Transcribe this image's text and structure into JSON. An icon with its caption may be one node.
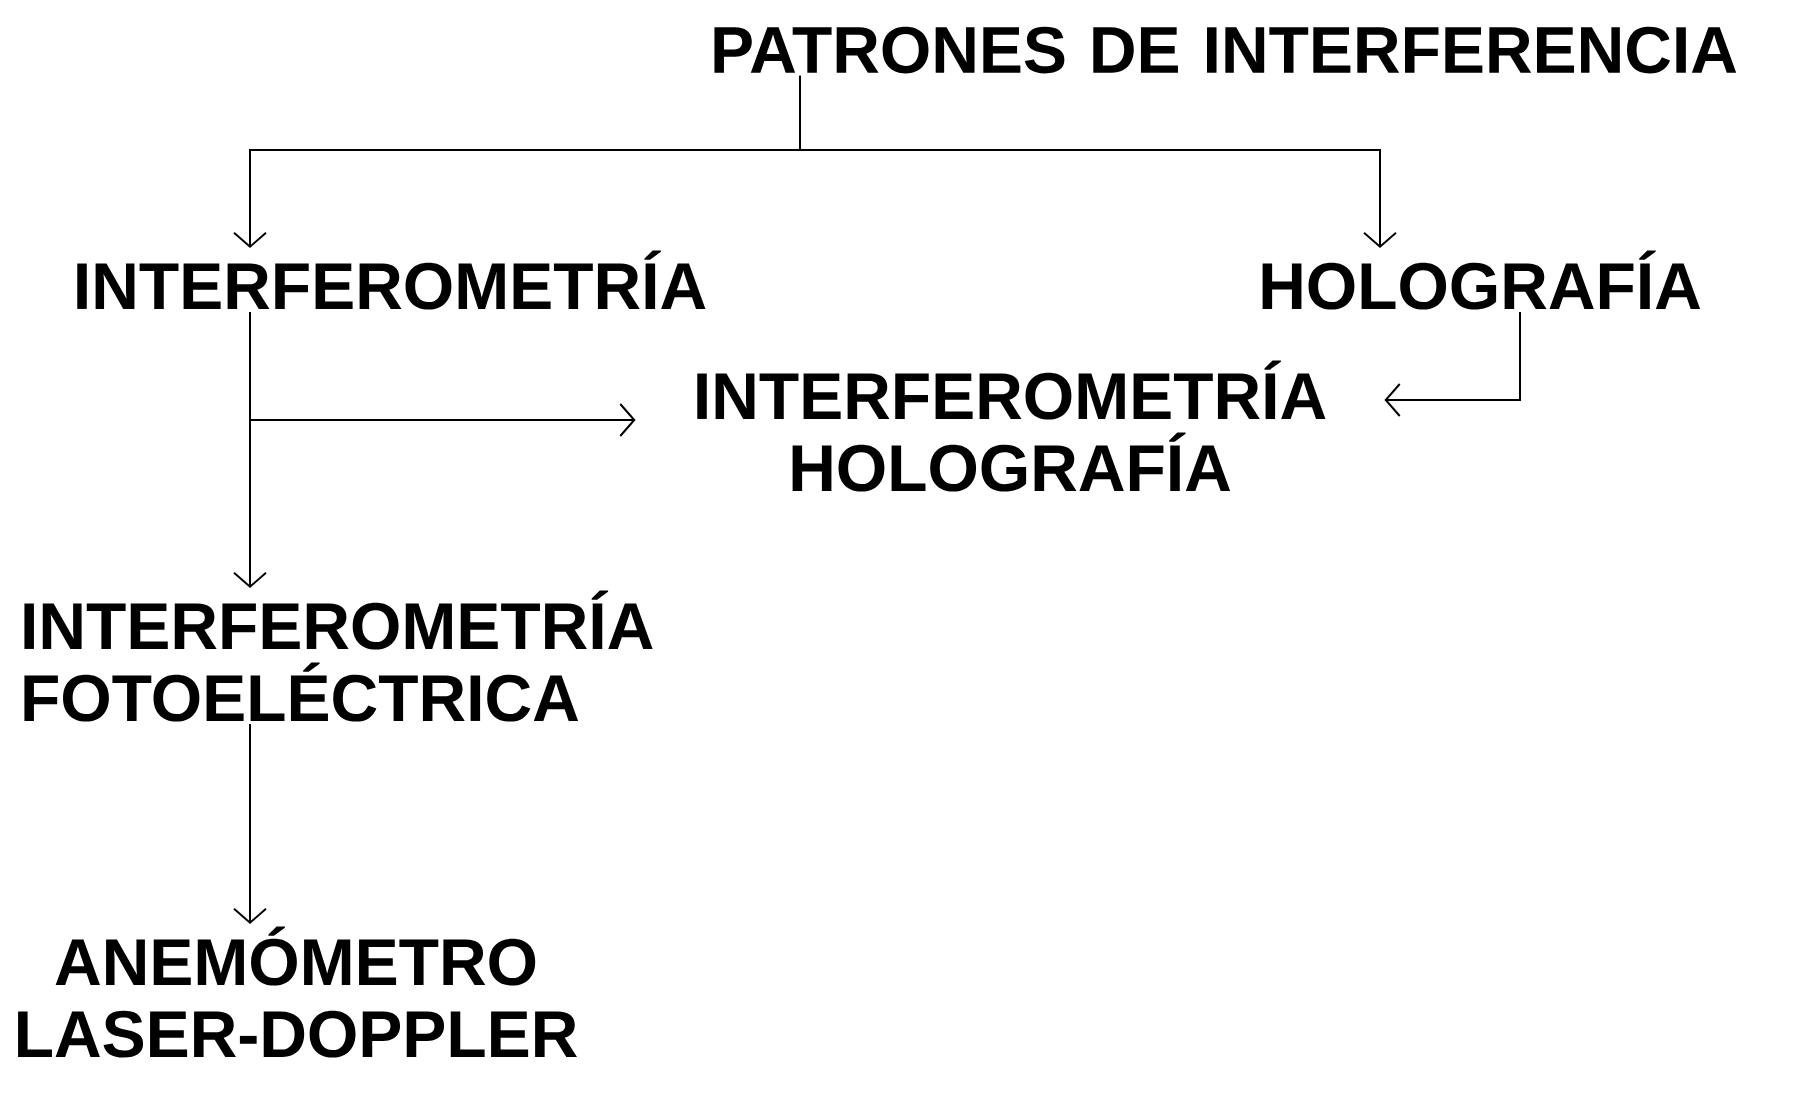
{
  "diagram": {
    "nodes": [
      {
        "text": [
          "PATRONES DE INTERFERENCIA"
        ]
      },
      {
        "text": [
          "INTERFEROMETRÍA"
        ]
      },
      {
        "text": [
          "HOLOGRAFÍA"
        ]
      },
      {
        "text": [
          "INTERFEROMETRÍA HOLOGRAFÍA"
        ]
      },
      {
        "text": [
          "INTERFEROMETRÍA FOTOELÉCTRICA"
        ]
      },
      {
        "text": [
          "ANEMÓMETRO LASER-DOPPLER"
        ]
      }
    ],
    "edges": [
      {
        "from": 0,
        "to": 1,
        "arrow": "to"
      },
      {
        "from": 0,
        "to": 2,
        "arrow": "to"
      },
      {
        "from": 1,
        "to": 3,
        "arrow": "to"
      },
      {
        "from": 2,
        "to": 3,
        "arrow": "to"
      },
      {
        "from": 1,
        "to": 4,
        "arrow": "to"
      },
      {
        "from": 4,
        "to": 5,
        "arrow": "to"
      }
    ]
  }
}
